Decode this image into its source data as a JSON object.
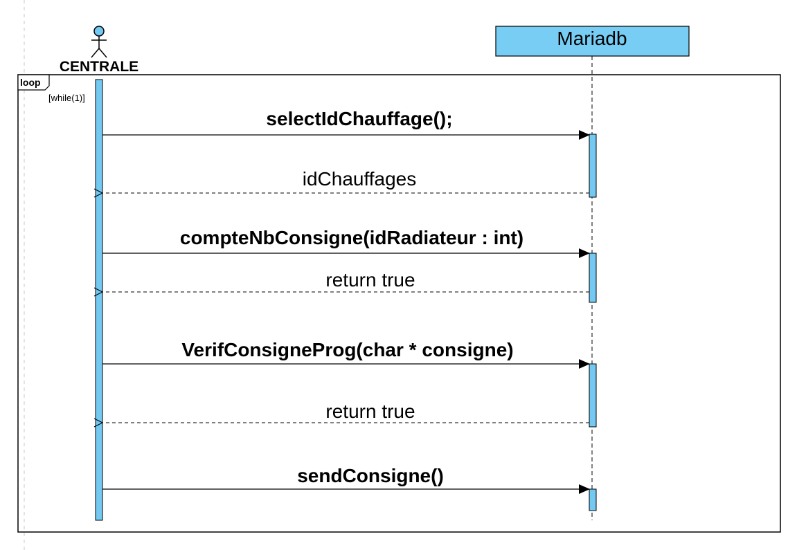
{
  "actor": {
    "name": "CENTRALE"
  },
  "lifeline": {
    "name": "Mariadb"
  },
  "fragment": {
    "operator": "loop",
    "guard": "[while(1)]"
  },
  "messages": [
    {
      "label": "selectIdChauffage();",
      "kind": "call"
    },
    {
      "label": "idChauffages",
      "kind": "return"
    },
    {
      "label": "compteNbConsigne(idRadiateur : int)",
      "kind": "call"
    },
    {
      "label": "return true",
      "kind": "return"
    },
    {
      "label": "VerifConsigneProg(char * consigne)",
      "kind": "call"
    },
    {
      "label": "return true",
      "kind": "return"
    },
    {
      "label": "sendConsigne()",
      "kind": "call"
    }
  ],
  "colors": {
    "activation_fill": "#74c9f2",
    "lifeline_head_fill": "#77cdf4",
    "actor_head_fill": "#74c9f2",
    "line": "#000000"
  }
}
